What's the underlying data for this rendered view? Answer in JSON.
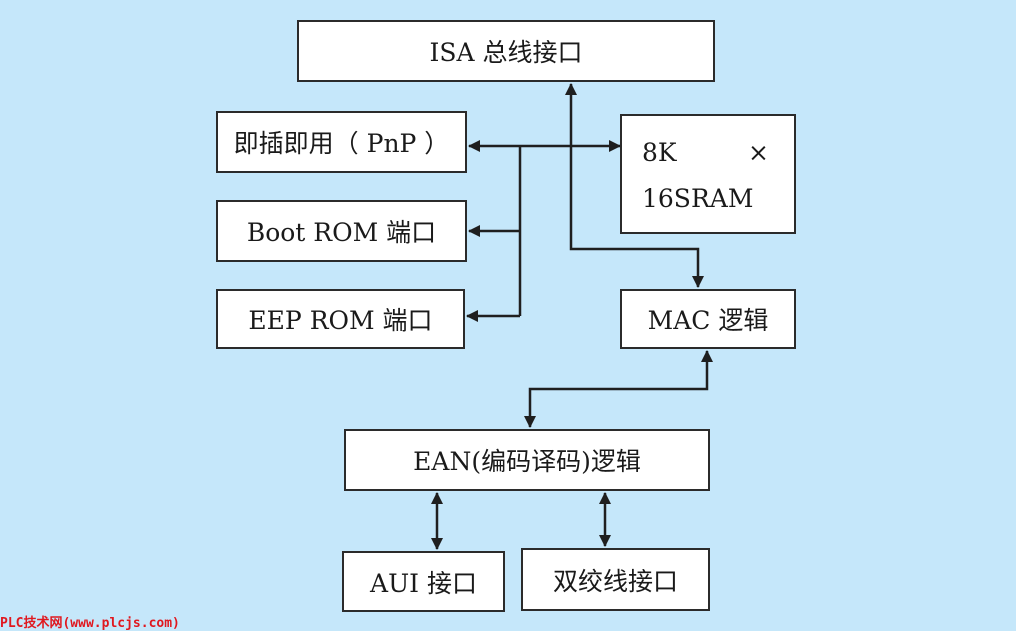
{
  "diagram": {
    "isa_bus": "ISA 总线接口",
    "pnp": "即插即用（ PnP ）",
    "boot_rom": "Boot ROM 端口",
    "eep_rom": "EEP ROM 端口",
    "sram": {
      "line1": "8K",
      "times": "×",
      "line2": "16SRAM"
    },
    "mac": "MAC 逻辑",
    "ean": "EAN(编码译码)逻辑",
    "aui": "AUI 接口",
    "twisted_pair": "双绞线接口"
  },
  "watermark": "PLC技术网(www.plcjs.com)",
  "colors": {
    "background": "#c5e7fa",
    "box_fill": "#ffffff",
    "line": "#1f1f1f",
    "watermark": "#e0181f"
  }
}
